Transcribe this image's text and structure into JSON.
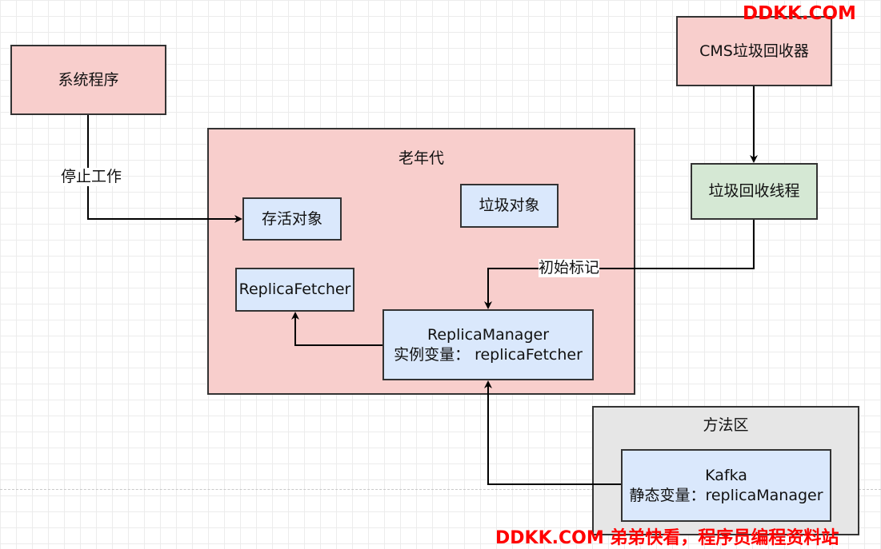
{
  "watermark_top": "DDKK.COM",
  "watermark_bottom": "DDKK.COM 弟弟快看，程序员编程资料站",
  "nodes": {
    "system_program": "系统程序",
    "cms_collector": "CMS垃圾回收器",
    "old_generation": "老年代",
    "live_object": "存活对象",
    "garbage_object": "垃圾对象",
    "gc_thread": "垃圾回收线程",
    "replica_fetcher": "ReplicaFetcher",
    "replica_manager_name": "ReplicaManager",
    "replica_manager_field": "实例变量： replicaFetcher",
    "method_area": "方法区",
    "kafka_name": "Kafka",
    "kafka_field": "静态变量：replicaManager"
  },
  "edge_labels": {
    "stop_work": "停止工作",
    "initial_mark": "初始标记"
  },
  "colors": {
    "pink_fill": "#f8cecc",
    "blue_fill": "#dae8fc",
    "green_fill": "#d5e8d4",
    "gray_fill": "#e6e6e6",
    "border": "#333333",
    "watermark": "#ff0000"
  }
}
